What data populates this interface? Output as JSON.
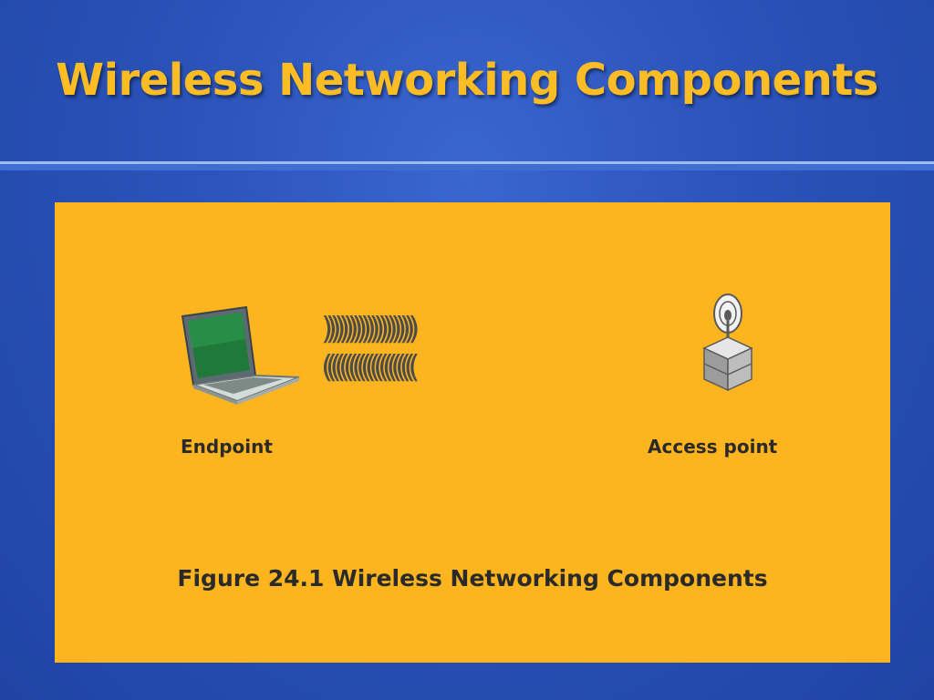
{
  "slide": {
    "title": "Wireless Networking Components"
  },
  "figure": {
    "endpoint_label": "Endpoint",
    "access_point_label": "Access point",
    "caption": "Figure 24.1 Wireless Networking Components",
    "waves_outgoing": ")))))))))))))))))))))",
    "waves_incoming": "((((((((((((((((((((("
  },
  "icons": [
    "laptop-icon",
    "wireless-signal-icon",
    "access-point-icon"
  ],
  "colors": {
    "background": "#2a52b8",
    "title": "#fbbc24",
    "panel": "#fcb41f",
    "wave": "#4c4c4c",
    "laptop_screen": "#1f7a3a"
  }
}
